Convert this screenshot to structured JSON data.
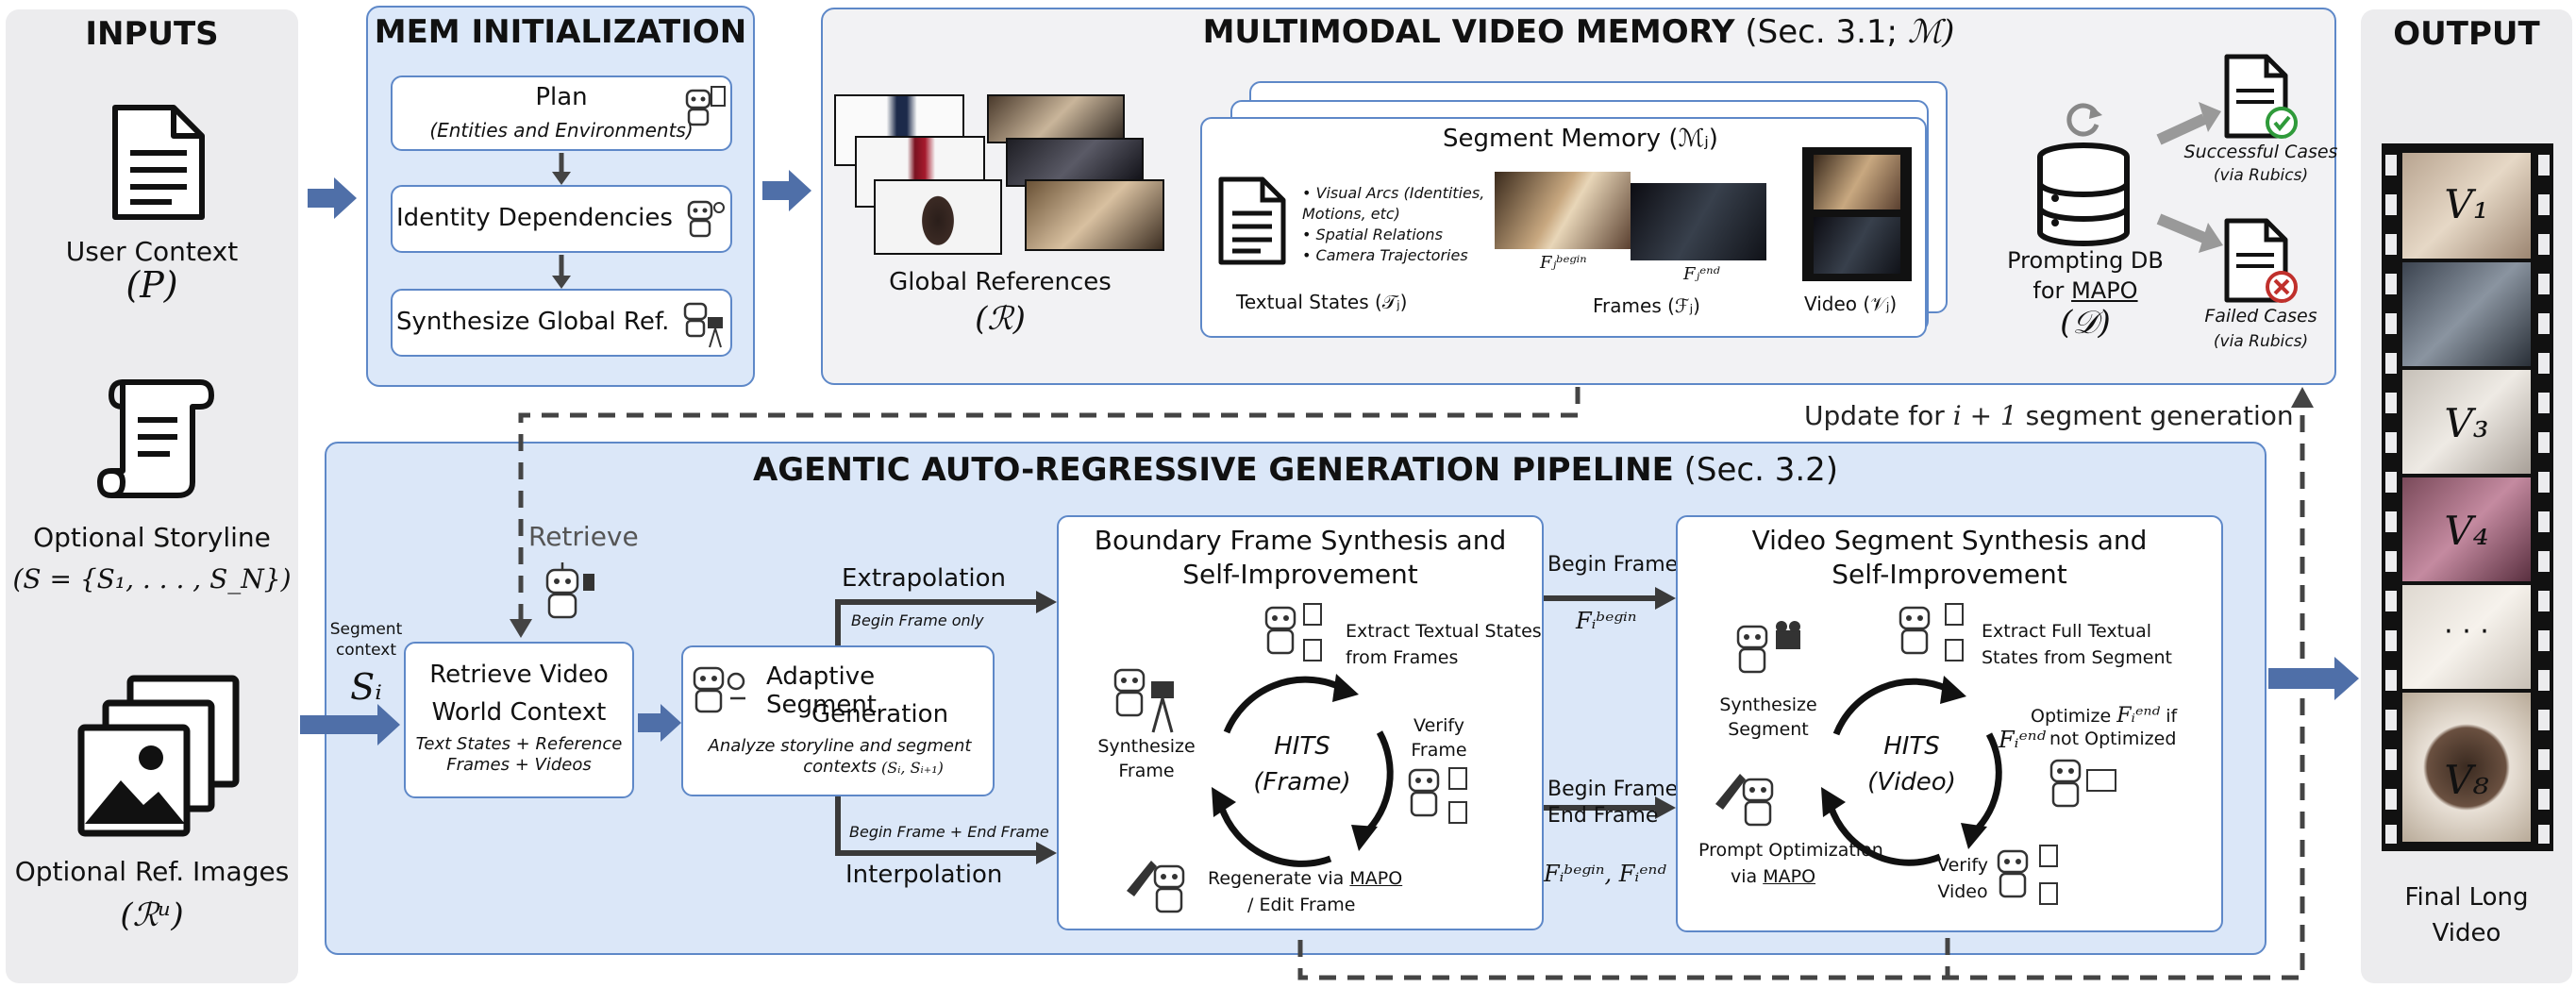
{
  "inputs": {
    "title": "INPUTS",
    "user_context": "User Context",
    "user_context_sym": "(P)",
    "storyline": "Optional Storyline",
    "storyline_sym": "(S = {S₁, . . . , S_N})",
    "ref_images": "Optional Ref. Images",
    "ref_images_sym": "(ℛᵘ)"
  },
  "mem_init": {
    "title": "MEM INITIALIZATION",
    "plan": "Plan",
    "plan_sub": "(Entities and Environments)",
    "identity": "Identity Dependencies",
    "synth": "Synthesize Global Ref."
  },
  "memory": {
    "title_main": "MULTIMODAL VIDEO MEMORY",
    "title_sec": "(Sec. 3.1;",
    "title_sym": "ℳ)",
    "global_refs": "Global References",
    "global_refs_sym": "(ℛ)",
    "segment_memory": "Segment Memory (ℳⱼ)",
    "bullets": [
      "Visual Arcs (Identities, Motions, etc)",
      "Spatial Relations",
      "Camera Trajectories"
    ],
    "f_begin": "Fⱼᵇᵉᵍⁱⁿ",
    "f_end": "Fⱼᵉⁿᵈ",
    "textual_states": "Textual States (𝒯ⱼ)",
    "frames": "Frames (ℱⱼ)",
    "video": "Video (𝒱ⱼ)",
    "db": "Prompting DB",
    "db_for": "for",
    "db_mapo": "MAPO",
    "db_sym": "(𝒟)",
    "success": "Successful Cases",
    "success_sub": "(via Rubics)",
    "failed": "Failed Cases",
    "failed_sub": "(via Rubics)"
  },
  "update_text": "Update for",
  "update_sym": "i + 1",
  "update_tail": "segment generation",
  "pipeline": {
    "title_main": "AGENTIC AUTO-REGRESSIVE GENERATION PIPELINE",
    "title_sec": "(Sec. 3.2)",
    "retrieve": "Retrieve",
    "segment_context": "Segment context",
    "si": "Sᵢ",
    "rvwc_1": "Retrieve Video",
    "rvwc_2": "World Context",
    "rvwc_sub": "Text States + Reference Frames + Videos",
    "asg_1": "Adaptive Segment",
    "asg_2": "Generation",
    "asg_sub": "Analyze storyline and segment contexts",
    "asg_sym": "(Sᵢ, Sᵢ₊₁)",
    "extrapolation": "Extrapolation",
    "begin_only": "Begin Frame only",
    "interpolation": "Interpolation",
    "begin_end": "Begin Frame + End Frame",
    "bf_title_1": "Boundary Frame Synthesis and",
    "bf_title_2": "Self-Improvement",
    "extract_ts": "Extract Textual States",
    "from_frames": "from Frames",
    "synth_frame_1": "Synthesize",
    "synth_frame_2": "Frame",
    "verify_frame_1": "Verify",
    "verify_frame_2": "Frame",
    "hits_frame_1": "HITS",
    "hits_frame_2": "(Frame)",
    "regen_1": "Regenerate via",
    "regen_mapo": "MAPO",
    "regen_2": "/ Edit Frame",
    "begin_frame": "Begin Frame",
    "fi_begin": "Fᵢᵇᵉᵍⁱⁿ",
    "begin_end_frame_1": "Begin Frame,",
    "begin_end_frame_2": "End Frame",
    "fi_both": "Fᵢᵇᵉᵍⁱⁿ, Fᵢᵉⁿᵈ",
    "vs_title_1": "Video Segment Synthesis and",
    "vs_title_2": "Self-Improvement",
    "extract_full_1": "Extract Full Textual",
    "extract_full_2": "States from Segment",
    "synth_seg_1": "Synthesize",
    "synth_seg_2": "Segment",
    "optimize_1": "Optimize",
    "optimize_sym": "Fᵢᵉⁿᵈ",
    "optimize_2": "if",
    "optimize_3": "not Optimized",
    "fi_end": "Fᵢᵉⁿᵈ",
    "hits_video_1": "HITS",
    "hits_video_2": "(Video)",
    "prompt_opt_1": "Prompt Optimization",
    "prompt_opt_2": "via",
    "prompt_opt_mapo": "MAPO",
    "verify_video_1": "Verify",
    "verify_video_2": "Video"
  },
  "output": {
    "title": "OUTPUT",
    "v1": "V₁",
    "v3": "V₃",
    "v4": "V₄",
    "dots": "· · ·",
    "v8": "V₈",
    "final_1": "Final Long",
    "final_2": "Video"
  },
  "colors": {
    "panel_gray": "#ececee",
    "panel_blue": "#dce8f9",
    "border_blue": "#5e88c8",
    "arrow_blue": "#4f6fa8",
    "arrow_dark": "#3a3a3a"
  }
}
